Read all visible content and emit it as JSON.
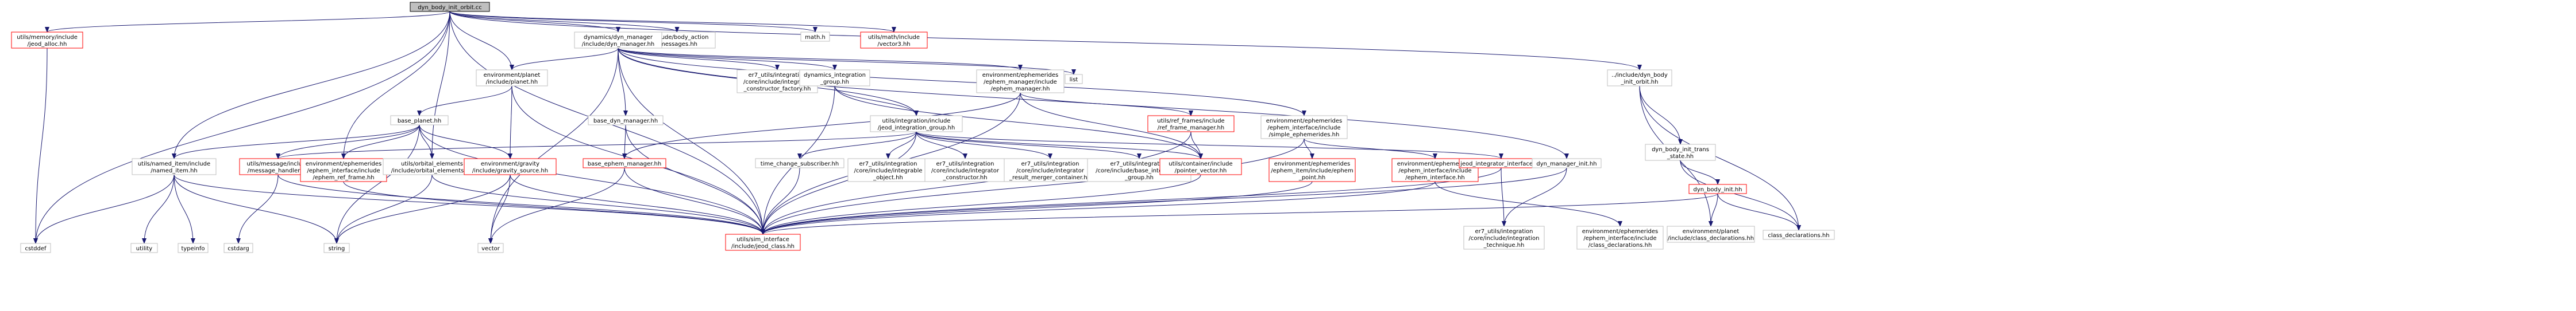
{
  "colors": {
    "edge": "#191970",
    "root_fill": "#bfbfbf",
    "missing_border": "#ff0000",
    "normal_border": "#bfbfbf"
  },
  "nodes": [
    {
      "id": "root",
      "lines": [
        "dyn_body_init_orbit.cc"
      ],
      "style": "root"
    },
    {
      "id": "jeod_alloc",
      "lines": [
        "utils/memory/include",
        "/jeod_alloc.hh"
      ],
      "style": "missing"
    },
    {
      "id": "body_action_messages",
      "lines": [
        "../include/body_action",
        "_messages.hh"
      ],
      "style": "normal"
    },
    {
      "id": "dyn_manager",
      "lines": [
        "dynamics/dyn_manager",
        "/include/dyn_manager.hh"
      ],
      "style": "normal"
    },
    {
      "id": "math_h",
      "lines": [
        "math.h"
      ],
      "style": "normal"
    },
    {
      "id": "vector3",
      "lines": [
        "utils/math/include",
        "/vector3.hh"
      ],
      "style": "missing"
    },
    {
      "id": "planet",
      "lines": [
        "environment/planet",
        "/include/planet.hh"
      ],
      "style": "normal"
    },
    {
      "id": "constructor_factory",
      "lines": [
        "er7_utils/integration",
        "/core/include/integrator",
        "_constructor_factory.hh"
      ],
      "style": "normal"
    },
    {
      "id": "dynamics_integration_group",
      "lines": [
        "dynamics_integration",
        "_group.hh"
      ],
      "style": "normal"
    },
    {
      "id": "ephem_manager",
      "lines": [
        "environment/ephemerides",
        "/ephem_manager/include",
        "/ephem_manager.hh"
      ],
      "style": "normal"
    },
    {
      "id": "list",
      "lines": [
        "list"
      ],
      "style": "normal"
    },
    {
      "id": "dyn_body_init_orbit_hh",
      "lines": [
        "../include/dyn_body",
        "_init_orbit.hh"
      ],
      "style": "normal"
    },
    {
      "id": "base_planet",
      "lines": [
        "base_planet.hh"
      ],
      "style": "normal"
    },
    {
      "id": "base_dyn_manager",
      "lines": [
        "base_dyn_manager.hh"
      ],
      "style": "normal"
    },
    {
      "id": "jeod_integration_group",
      "lines": [
        "utils/integration/include",
        "/jeod_integration_group.hh"
      ],
      "style": "normal"
    },
    {
      "id": "ref_frame_manager",
      "lines": [
        "utils/ref_frames/include",
        "/ref_frame_manager.hh"
      ],
      "style": "missing"
    },
    {
      "id": "simple_ephemerides",
      "lines": [
        "environment/ephemerides",
        "/ephem_interface/include",
        "/simple_ephemerides.hh"
      ],
      "style": "normal"
    },
    {
      "id": "dyn_body_init_trans_state",
      "lines": [
        "dyn_body_init_trans",
        "_state.hh"
      ],
      "style": "normal"
    },
    {
      "id": "named_item",
      "lines": [
        "utils/named_item/include",
        "/named_item.hh"
      ],
      "style": "normal"
    },
    {
      "id": "message_handler",
      "lines": [
        "utils/message/include",
        "/message_handler.hh"
      ],
      "style": "missing"
    },
    {
      "id": "ephem_ref_frame",
      "lines": [
        "environment/ephemerides",
        "/ephem_interface/include",
        "/ephem_ref_frame.hh"
      ],
      "style": "missing"
    },
    {
      "id": "orbital_elements",
      "lines": [
        "utils/orbital_elements",
        "/include/orbital_elements.hh"
      ],
      "style": "normal"
    },
    {
      "id": "gravity_source",
      "lines": [
        "environment/gravity",
        "/include/gravity_source.hh"
      ],
      "style": "missing"
    },
    {
      "id": "base_ephem_manager",
      "lines": [
        "base_ephem_manager.hh"
      ],
      "style": "missing"
    },
    {
      "id": "time_change_subscriber",
      "lines": [
        "time_change_subscriber.hh"
      ],
      "style": "normal"
    },
    {
      "id": "integrable_object",
      "lines": [
        "er7_utils/integration",
        "/core/include/integrable",
        "_object.hh"
      ],
      "style": "normal"
    },
    {
      "id": "integrator_constructor",
      "lines": [
        "er7_utils/integration",
        "/core/include/integrator",
        "_constructor.hh"
      ],
      "style": "normal"
    },
    {
      "id": "result_merger_container",
      "lines": [
        "er7_utils/integration",
        "/core/include/integrator",
        "_result_merger_container.hh"
      ],
      "style": "normal"
    },
    {
      "id": "base_integration_group",
      "lines": [
        "er7_utils/integration",
        "/core/include/base_integration",
        "_group.hh"
      ],
      "style": "normal"
    },
    {
      "id": "pointer_vector",
      "lines": [
        "utils/container/include",
        "/pointer_vector.hh"
      ],
      "style": "missing"
    },
    {
      "id": "ephem_point",
      "lines": [
        "environment/ephemerides",
        "/ephem_item/include/ephem",
        "_point.hh"
      ],
      "style": "missing"
    },
    {
      "id": "ephem_interface",
      "lines": [
        "environment/ephemerides",
        "/ephem_interface/include",
        "/ephem_interface.hh"
      ],
      "style": "missing"
    },
    {
      "id": "jeod_integrator_interface",
      "lines": [
        "jeod_integrator_interface.hh"
      ],
      "style": "missing"
    },
    {
      "id": "dyn_manager_init",
      "lines": [
        "dyn_manager_init.hh"
      ],
      "style": "normal"
    },
    {
      "id": "dyn_body_init",
      "lines": [
        "dyn_body_init.hh"
      ],
      "style": "missing"
    },
    {
      "id": "cstddef",
      "lines": [
        "cstddef"
      ],
      "style": "normal"
    },
    {
      "id": "utility",
      "lines": [
        "utility"
      ],
      "style": "normal"
    },
    {
      "id": "typeinfo",
      "lines": [
        "typeinfo"
      ],
      "style": "normal"
    },
    {
      "id": "cstdarg",
      "lines": [
        "cstdarg"
      ],
      "style": "normal"
    },
    {
      "id": "string",
      "lines": [
        "string"
      ],
      "style": "normal"
    },
    {
      "id": "vector",
      "lines": [
        "vector"
      ],
      "style": "normal"
    },
    {
      "id": "jeod_class",
      "lines": [
        "utils/sim_interface",
        "/include/jeod_class.hh"
      ],
      "style": "missing"
    },
    {
      "id": "integration_technique",
      "lines": [
        "er7_utils/integration",
        "/core/include/integration",
        "_technique.hh"
      ],
      "style": "normal"
    },
    {
      "id": "ephem_class_declarations",
      "lines": [
        "environment/ephemerides",
        "/ephem_interface/include",
        "/class_declarations.hh"
      ],
      "style": "normal"
    },
    {
      "id": "planet_class_declarations",
      "lines": [
        "environment/planet",
        "/include/class_declarations.hh"
      ],
      "style": "normal"
    },
    {
      "id": "class_declarations",
      "lines": [
        "class_declarations.hh"
      ],
      "style": "normal"
    }
  ],
  "edges": [
    [
      "root",
      "jeod_alloc"
    ],
    [
      "root",
      "body_action_messages"
    ],
    [
      "root",
      "dyn_manager"
    ],
    [
      "root",
      "math_h"
    ],
    [
      "root",
      "vector3"
    ],
    [
      "root",
      "planet"
    ],
    [
      "root",
      "dyn_body_init_orbit_hh"
    ],
    [
      "root",
      "ephem_ref_frame"
    ],
    [
      "root",
      "orbital_elements"
    ],
    [
      "root",
      "named_item"
    ],
    [
      "root",
      "cstddef"
    ],
    [
      "root",
      "jeod_class"
    ],
    [
      "jeod_alloc",
      "cstddef"
    ],
    [
      "dyn_manager",
      "planet"
    ],
    [
      "dyn_manager",
      "constructor_factory"
    ],
    [
      "dyn_manager",
      "dynamics_integration_group"
    ],
    [
      "dyn_manager",
      "ephem_manager"
    ],
    [
      "dyn_manager",
      "list"
    ],
    [
      "dyn_manager",
      "base_dyn_manager"
    ],
    [
      "dyn_manager",
      "jeod_integration_group"
    ],
    [
      "dyn_manager",
      "simple_ephemerides"
    ],
    [
      "dyn_manager",
      "dyn_manager_init"
    ],
    [
      "dyn_manager",
      "vector"
    ],
    [
      "dyn_manager",
      "jeod_class"
    ],
    [
      "planet",
      "base_planet"
    ],
    [
      "planet",
      "gravity_source"
    ],
    [
      "planet",
      "jeod_class"
    ],
    [
      "base_planet",
      "named_item"
    ],
    [
      "base_planet",
      "message_handler"
    ],
    [
      "base_planet",
      "ephem_ref_frame"
    ],
    [
      "base_planet",
      "orbital_elements"
    ],
    [
      "base_planet",
      "gravity_source"
    ],
    [
      "base_planet",
      "string"
    ],
    [
      "base_planet",
      "jeod_class"
    ],
    [
      "base_dyn_manager",
      "base_ephem_manager"
    ],
    [
      "base_dyn_manager",
      "jeod_class"
    ],
    [
      "dynamics_integration_group",
      "jeod_integration_group"
    ],
    [
      "dynamics_integration_group",
      "pointer_vector"
    ],
    [
      "dynamics_integration_group",
      "jeod_class"
    ],
    [
      "ephem_manager",
      "base_ephem_manager"
    ],
    [
      "ephem_manager",
      "ref_frame_manager"
    ],
    [
      "ephem_manager",
      "pointer_vector"
    ],
    [
      "ephem_manager",
      "jeod_class"
    ],
    [
      "jeod_integration_group",
      "time_change_subscriber"
    ],
    [
      "jeod_integration_group",
      "integrable_object"
    ],
    [
      "jeod_integration_group",
      "integrator_constructor"
    ],
    [
      "jeod_integration_group",
      "result_merger_container"
    ],
    [
      "jeod_integration_group",
      "base_integration_group"
    ],
    [
      "jeod_integration_group",
      "pointer_vector"
    ],
    [
      "jeod_integration_group",
      "jeod_integrator_interface"
    ],
    [
      "jeod_integration_group",
      "message_handler"
    ],
    [
      "jeod_integration_group",
      "jeod_class"
    ],
    [
      "ref_frame_manager",
      "pointer_vector"
    ],
    [
      "ref_frame_manager",
      "jeod_class"
    ],
    [
      "simple_ephemerides",
      "ephem_point"
    ],
    [
      "simple_ephemerides",
      "ephem_interface"
    ],
    [
      "simple_ephemerides",
      "jeod_class"
    ],
    [
      "dyn_body_init_orbit_hh",
      "dyn_body_init_trans_state"
    ],
    [
      "dyn_body_init_orbit_hh",
      "planet_class_declarations"
    ],
    [
      "dyn_body_init_orbit_hh",
      "class_declarations"
    ],
    [
      "dyn_body_init_trans_state",
      "dyn_body_init"
    ],
    [
      "dyn_body_init_trans_state",
      "class_declarations"
    ],
    [
      "dyn_body_init",
      "planet_class_declarations"
    ],
    [
      "dyn_body_init",
      "class_declarations"
    ],
    [
      "dyn_body_init",
      "jeod_class"
    ],
    [
      "named_item",
      "utility"
    ],
    [
      "named_item",
      "typeinfo"
    ],
    [
      "named_item",
      "cstddef"
    ],
    [
      "named_item",
      "string"
    ],
    [
      "named_item",
      "jeod_class"
    ],
    [
      "message_handler",
      "cstdarg"
    ],
    [
      "message_handler",
      "jeod_class"
    ],
    [
      "ephem_ref_frame",
      "jeod_class"
    ],
    [
      "orbital_elements",
      "string"
    ],
    [
      "orbital_elements",
      "jeod_class"
    ],
    [
      "gravity_source",
      "string"
    ],
    [
      "gravity_source",
      "vector"
    ],
    [
      "gravity_source",
      "jeod_class"
    ],
    [
      "base_ephem_manager",
      "vector"
    ],
    [
      "base_ephem_manager",
      "jeod_class"
    ],
    [
      "time_change_subscriber",
      "jeod_class"
    ],
    [
      "pointer_vector",
      "jeod_class"
    ],
    [
      "ephem_point",
      "jeod_class"
    ],
    [
      "ephem_interface",
      "ephem_class_declarations"
    ],
    [
      "ephem_interface",
      "jeod_class"
    ],
    [
      "jeod_integrator_interface",
      "integration_technique"
    ],
    [
      "jeod_integrator_interface",
      "jeod_class"
    ],
    [
      "dyn_manager_init",
      "integration_technique"
    ],
    [
      "dyn_manager_init",
      "jeod_class"
    ]
  ]
}
